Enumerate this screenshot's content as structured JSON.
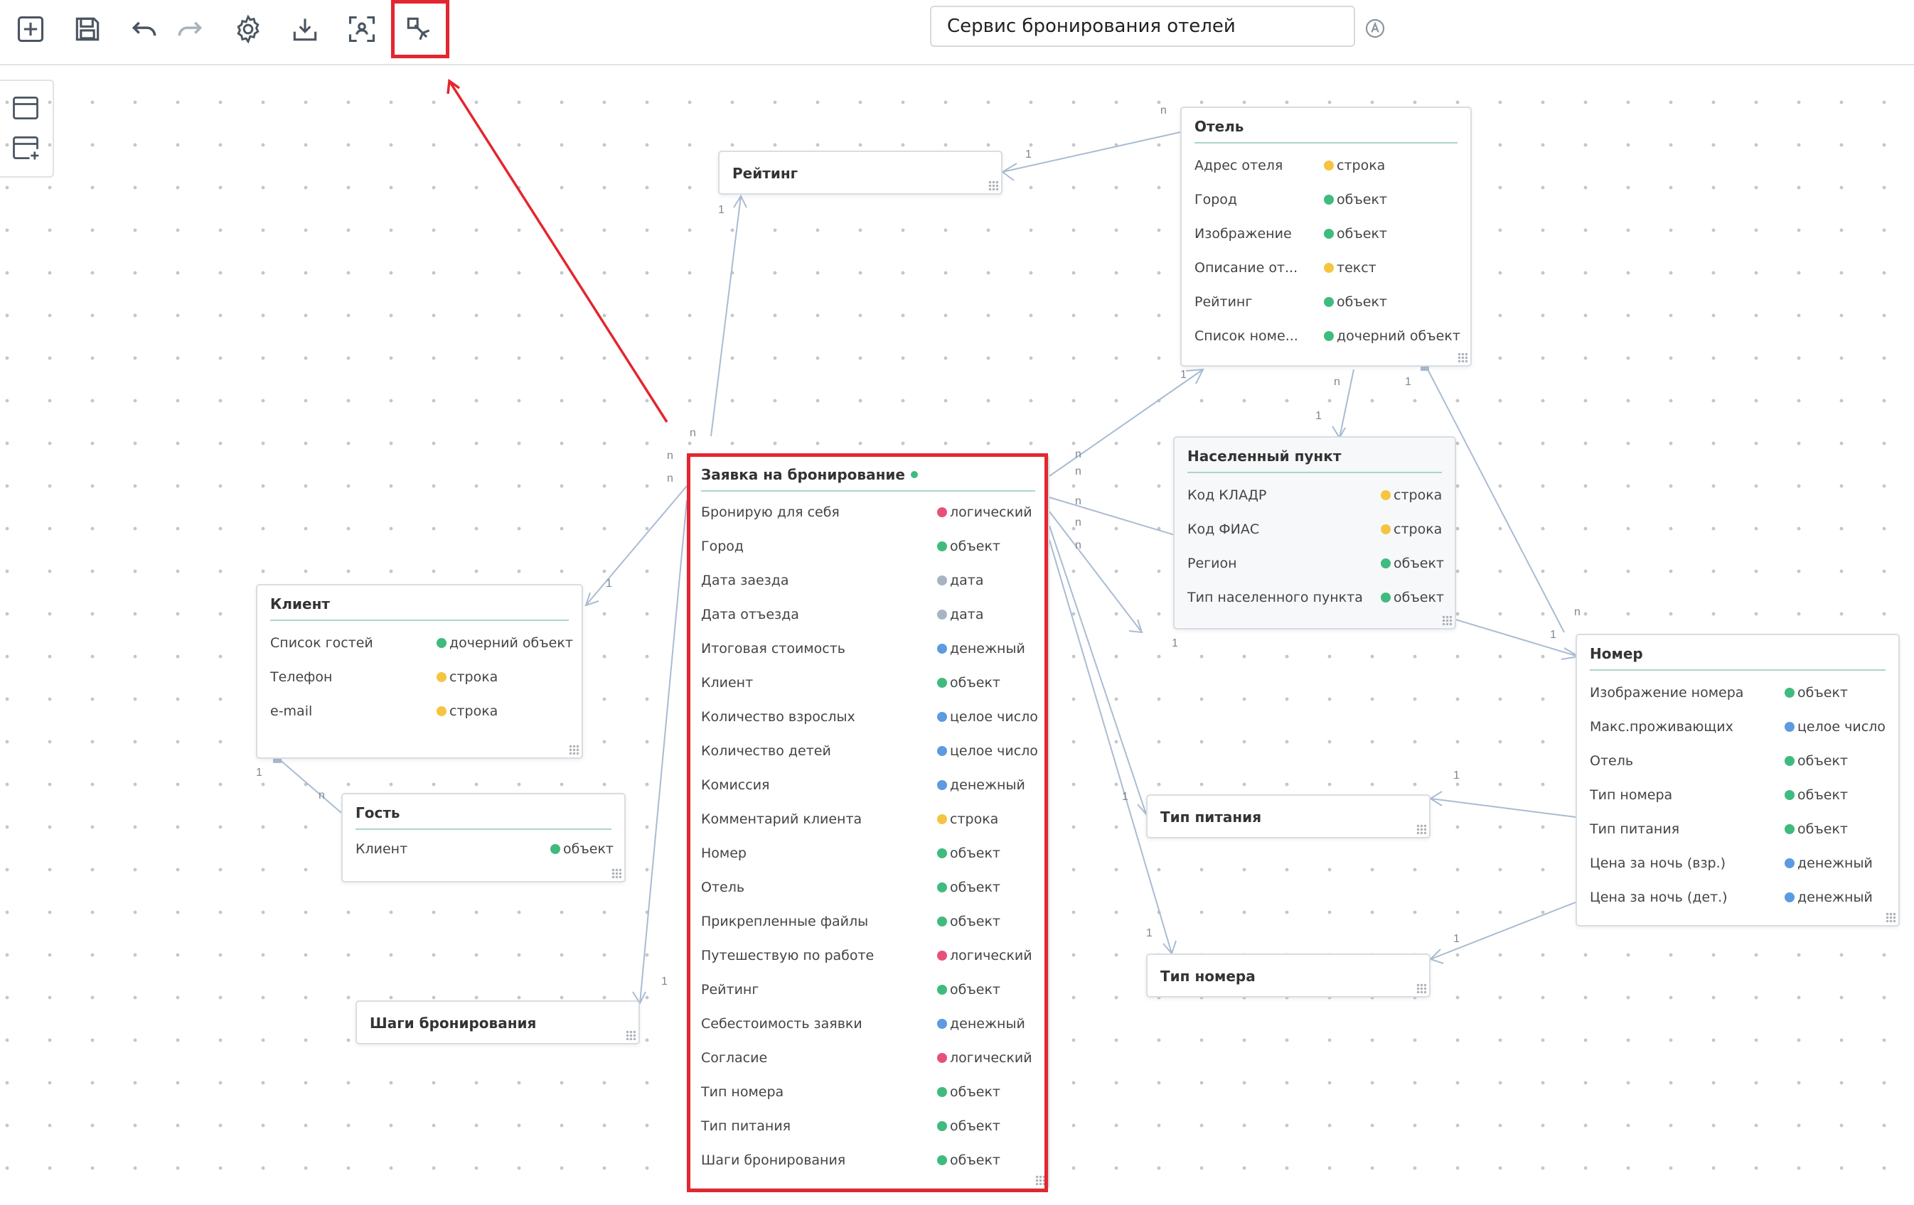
{
  "header": {
    "title_value": "Сервис бронирования отелей"
  },
  "toolbar": {
    "buttons": [
      "add-icon",
      "save-icon",
      "undo-icon",
      "redo-icon",
      "settings-icon",
      "download-icon",
      "focus-icon",
      "edit-tool-icon"
    ],
    "highlighted": "edit-tool-icon"
  },
  "side_panel": {
    "icons": [
      "panel-icon",
      "add-panel-icon"
    ]
  },
  "colors": {
    "accent": "#3fbb7e",
    "string": "#f5c542",
    "object": "#3fbb7e",
    "boolean": "#e8507a",
    "date": "#a8b4c2",
    "money": "#5b9be0",
    "integer": "#5b9be0",
    "text": "#f5c542",
    "link": "#a9bcd2",
    "annotation": "#e3262f"
  },
  "entities": {
    "rating": {
      "title": "Рейтинг"
    },
    "hotel": {
      "title": "Отель",
      "fields": [
        {
          "name": "Адрес отеля",
          "type": "строка",
          "color": "#f5c542"
        },
        {
          "name": "Город",
          "type": "объект",
          "color": "#3fbb7e"
        },
        {
          "name": "Изображение",
          "type": "объект",
          "color": "#3fbb7e"
        },
        {
          "name": "Описание от...",
          "type": "текст",
          "color": "#f5c542"
        },
        {
          "name": "Рейтинг",
          "type": "объект",
          "color": "#3fbb7e"
        },
        {
          "name": "Список номе...",
          "type": "дочерний объект",
          "color": "#3fbb7e"
        }
      ]
    },
    "locality": {
      "title": "Населенный пункт",
      "fields": [
        {
          "name": "Код КЛАДР",
          "type": "строка",
          "color": "#f5c542"
        },
        {
          "name": "Код ФИАС",
          "type": "строка",
          "color": "#f5c542"
        },
        {
          "name": "Регион",
          "type": "объект",
          "color": "#3fbb7e"
        },
        {
          "name": "Тип населенного пункта",
          "type": "объект",
          "color": "#3fbb7e"
        }
      ]
    },
    "client": {
      "title": "Клиент",
      "fields": [
        {
          "name": "Список гостей",
          "type": "дочерний объект",
          "color": "#3fbb7e"
        },
        {
          "name": "Телефон",
          "type": "строка",
          "color": "#f5c542"
        },
        {
          "name": "e-mail",
          "type": "строка",
          "color": "#f5c542"
        }
      ]
    },
    "guest": {
      "title": "Гость",
      "fields": [
        {
          "name": "Клиент",
          "type": "объект",
          "color": "#3fbb7e"
        }
      ]
    },
    "booking_steps": {
      "title": "Шаги бронирования"
    },
    "booking": {
      "title": "Заявка на бронирование",
      "fields": [
        {
          "name": "Бронирую для себя",
          "type": "логический",
          "color": "#e8507a"
        },
        {
          "name": "Город",
          "type": "объект",
          "color": "#3fbb7e"
        },
        {
          "name": "Дата заезда",
          "type": "дата",
          "color": "#a8b4c2"
        },
        {
          "name": "Дата отъезда",
          "type": "дата",
          "color": "#a8b4c2"
        },
        {
          "name": "Итоговая стоимость",
          "type": "денежный",
          "color": "#5b9be0"
        },
        {
          "name": "Клиент",
          "type": "объект",
          "color": "#3fbb7e"
        },
        {
          "name": "Количество взрослых",
          "type": "целое число",
          "color": "#5b9be0"
        },
        {
          "name": "Количество детей",
          "type": "целое число",
          "color": "#5b9be0"
        },
        {
          "name": "Комиссия",
          "type": "денежный",
          "color": "#5b9be0"
        },
        {
          "name": "Комментарий клиента",
          "type": "строка",
          "color": "#f5c542"
        },
        {
          "name": "Номер",
          "type": "объект",
          "color": "#3fbb7e"
        },
        {
          "name": "Отель",
          "type": "объект",
          "color": "#3fbb7e"
        },
        {
          "name": "Прикрепленные файлы",
          "type": "объект",
          "color": "#3fbb7e"
        },
        {
          "name": "Путешествую по работе",
          "type": "логический",
          "color": "#e8507a"
        },
        {
          "name": "Рейтинг",
          "type": "объект",
          "color": "#3fbb7e"
        },
        {
          "name": "Себестоимость заявки",
          "type": "денежный",
          "color": "#5b9be0"
        },
        {
          "name": "Согласие",
          "type": "логический",
          "color": "#e8507a"
        },
        {
          "name": "Тип номера",
          "type": "объект",
          "color": "#3fbb7e"
        },
        {
          "name": "Тип питания",
          "type": "объект",
          "color": "#3fbb7e"
        },
        {
          "name": "Шаги бронирования",
          "type": "объект",
          "color": "#3fbb7e"
        }
      ]
    },
    "room": {
      "title": "Номер",
      "fields": [
        {
          "name": "Изображение номера",
          "type": "объект",
          "color": "#3fbb7e"
        },
        {
          "name": "Макс.проживающих",
          "type": "целое число",
          "color": "#5b9be0"
        },
        {
          "name": "Отель",
          "type": "объект",
          "color": "#3fbb7e"
        },
        {
          "name": "Тип номера",
          "type": "объект",
          "color": "#3fbb7e"
        },
        {
          "name": "Тип питания",
          "type": "объект",
          "color": "#3fbb7e"
        },
        {
          "name": "Цена за ночь (взр.)",
          "type": "денежный",
          "color": "#5b9be0"
        },
        {
          "name": "Цена за ночь (дет.)",
          "type": "денежный",
          "color": "#5b9be0"
        }
      ]
    },
    "meal_type": {
      "title": "Тип питания"
    },
    "room_type": {
      "title": "Тип номера"
    }
  },
  "cardinality": {
    "one": "1",
    "many": "n"
  }
}
